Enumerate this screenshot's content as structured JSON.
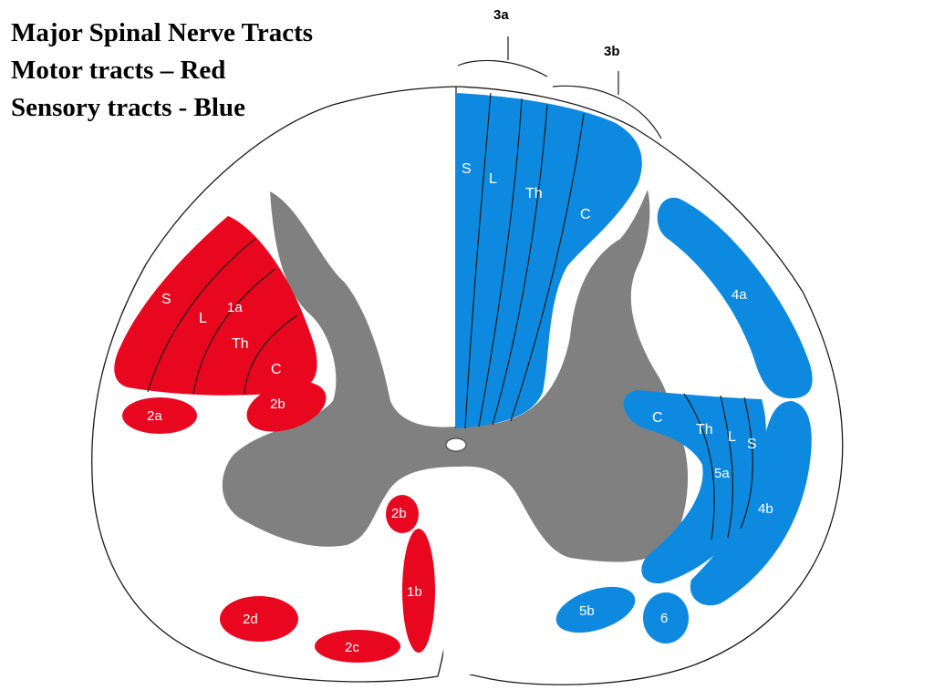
{
  "title": {
    "line1": "Major Spinal Nerve Tracts",
    "line2": "Motor tracts – Red",
    "line3": "Sensory tracts - Blue"
  },
  "colors": {
    "motor": "#e8071f",
    "sensory": "#0d8ae0",
    "grey_matter": "#808080",
    "outline": "#1a1a1a"
  },
  "labels": {
    "t3a": "3a",
    "t3b": "3b",
    "dc_S": "S",
    "dc_L": "L",
    "dc_Th": "Th",
    "dc_C": "C",
    "t1a": "1a",
    "t1a_S": "S",
    "t1a_L": "L",
    "t1a_Th": "Th",
    "t1a_C": "C",
    "t2a": "2a",
    "t2b_top": "2b",
    "t2b_bottom": "2b",
    "t1b": "1b",
    "t2c": "2c",
    "t2d": "2d",
    "t4a": "4a",
    "t4b": "4b",
    "t5a": "5a",
    "t5a_C": "C",
    "t5a_Th": "Th",
    "t5a_L": "L",
    "t5a_S": "S",
    "t5b": "5b",
    "t6": "6"
  }
}
